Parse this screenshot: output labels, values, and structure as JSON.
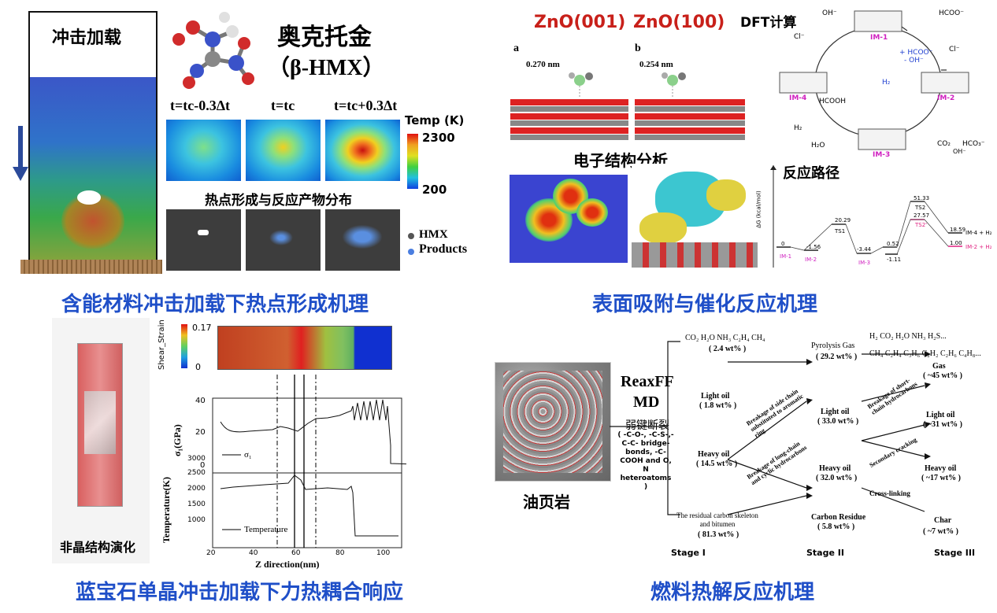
{
  "q1": {
    "sim_title": "冲击加载",
    "molecule_name_zh": "奥克托金",
    "molecule_name_en": "（β-HMX）",
    "time_labels": [
      "t=tc-0.3Δt",
      "t=tc",
      "t=tc+0.3Δt"
    ],
    "colorbar_title": "Temp (K)",
    "colorbar_max": "2300",
    "colorbar_min": "200",
    "mid_title": "热点形成与反应产物分布",
    "legend_hmx": "HMX",
    "legend_products": "Products",
    "caption": "含能材料冲击加载下热点形成机理"
  },
  "q2": {
    "label_001": "ZnO(001)",
    "label_100": "ZnO(100)",
    "panel_a": "a",
    "panel_b": "b",
    "dist_a": "0.270 nm",
    "dist_b": "0.254 nm",
    "electronic_title": "电子结构分析",
    "dft_title": "DFT计算",
    "path_title": "反应路径",
    "cycle_labels": [
      "IM-1",
      "IM-2",
      "IM-3",
      "IM-4"
    ],
    "cycle_species": [
      "OH⁻",
      "HCOO⁻",
      "Cl⁻",
      "Cl⁻",
      "+ HCOO⁻",
      "- OH⁻",
      "H₂",
      "HCOOH",
      "H₂",
      "H₂O",
      "CO₂",
      "HCO₃⁻",
      "OH⁻"
    ],
    "energy_axis_label": "ΔG (kcal/mol)",
    "energy_values": [
      "0",
      "-1.56",
      "20.29",
      "-3.44",
      "0.52",
      "-1.11",
      "51.33",
      "27.57",
      "18.59",
      "1.00"
    ],
    "energy_state_labels": [
      "IM-1",
      "IM-2",
      "TS1",
      "IM-3",
      "TS2",
      "TS2'",
      "IM-4 + H₂",
      "IM-2 + H₂"
    ],
    "caption": "表面吸附与催化反应机理"
  },
  "q3": {
    "structure_label": "非晶结构演化",
    "strain_label": "Shear_Strain",
    "strain_max": "0.17",
    "strain_min": "0",
    "stress_ylabel": "σ₁(GPa)",
    "stress_yticks": [
      "0",
      "20",
      "40"
    ],
    "stress_legend": "σ₁",
    "temp_ylabel": "Temperature(K)",
    "temp_yticks": [
      "1000",
      "1500",
      "2000",
      "2500",
      "3000"
    ],
    "temp_legend": "Temperature",
    "xticks": [
      "20",
      "40",
      "60",
      "80",
      "100"
    ],
    "xlabel": "Z direction(nm)",
    "caption": "蓝宝石单晶冲击加载下力热耦合响应"
  },
  "q4": {
    "oil_shale": "油页岩",
    "method_line1": "ReaxFF",
    "method_line2": "MD",
    "method_zh": "弱键断裂",
    "bonds_text": [
      "( -C-O-, -C-S-,-",
      "C-C- bridge-",
      "bonds, -C-",
      "COOH and O,",
      "N heteroatoms )"
    ],
    "stage1_products": [
      {
        "name": "CO₂ H₂O NH₃ C₂H₄ CH₄",
        "pct": "( 2.4 wt% )"
      },
      {
        "name": "Light oil",
        "pct": "( 1.8 wt% )"
      },
      {
        "name": "Heavy oil",
        "pct": "( 14.5 wt% )"
      },
      {
        "name": "The residual carbon skeleton and bitumen",
        "pct": "( 81.3 wt% )"
      }
    ],
    "stage2_products": [
      {
        "name": "Pyrolysis  Gas",
        "pct": "( 29.2 wt% )"
      },
      {
        "name": "Light oil",
        "pct": "( 33.0 wt% )"
      },
      {
        "name": "Heavy oil",
        "pct": "( 32.0 wt% )"
      },
      {
        "name": "Carbon Residue",
        "pct": "( 5.8 wt% )"
      }
    ],
    "gas_list_1": "H₂ CO₂ H₂O NH₃ H₂S...",
    "gas_list_2": "CH₄ C₂H₄ C₃H₆ C₂H₂ C₂H₆ C₄H₈...",
    "stage3_products": [
      {
        "name": "Gas",
        "pct": "( ~45 wt% )"
      },
      {
        "name": "Light oil",
        "pct": "( ~31 wt% )"
      },
      {
        "name": "Heavy oil",
        "pct": "( ~17 wt% )"
      },
      {
        "name": "Char",
        "pct": "( ~7 wt% )"
      }
    ],
    "arrow_labels": [
      "Breakage of side chain substituted to aromatic ring",
      "Breakage of long-chain and cyclic hydrocarbons",
      "Breakage of short-chain hydrocarbons",
      "Secondary cracking",
      "Cross-linking"
    ],
    "stages": [
      "Stage I",
      "Stage II",
      "Stage III"
    ],
    "caption": "燃料热解反应机理"
  }
}
